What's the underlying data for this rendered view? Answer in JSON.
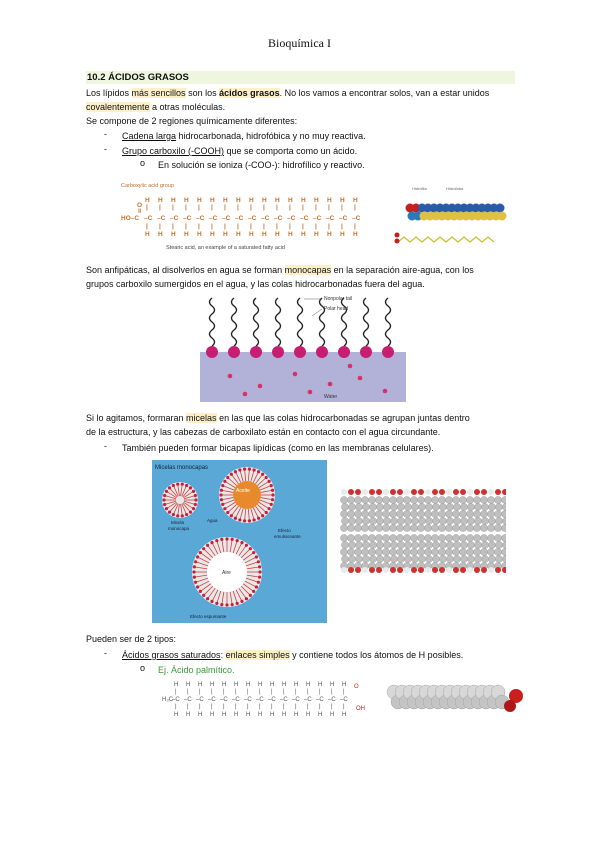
{
  "header": {
    "title": "Bioquímica I"
  },
  "section": {
    "title": "10.2 ÁCIDOS GRASOS"
  },
  "intro": {
    "l1_a": "Los lípidos ",
    "l1_b": "más sencillos",
    "l1_c": " son los ",
    "l1_d": "ácidos grasos",
    "l1_e": ". No los vamos a encontrar solos, van a estar unidos",
    "l2_a": "covalentemente",
    "l2_b": " a otras moléculas.",
    "l3": "Se compone de 2 regiones químicamente diferentes:"
  },
  "regions": {
    "r1_u": "Cadena larga",
    "r1_t": " hidrocarbonada, hidrofóbica y no muy reactiva.",
    "r2_u": "Grupo carboxilo (-COOH)",
    "r2_t": " que se comporta como un ácido.",
    "r2_sub": "En solución se ioniza (-COO-): hidrofílico y reactivo."
  },
  "fig_stearic": {
    "label_group": "Carboxylic acid group",
    "caption": "Stearic acid, an example of a saturated fatty acid",
    "legend_a": "Hidrófila",
    "legend_b": "Hidrófoba"
  },
  "amphi": {
    "l1_a": "Son anfipáticas, al disolverlos en  agua se forman ",
    "l1_b": "monocapas",
    "l1_c": " en la separación aire-agua, con los",
    "l2": "grupos carboxilo sumergidos en el agua, y las colas hidrocarbonadas fuera del agua."
  },
  "fig_monolayer": {
    "label_tail": "Nonpolar tail",
    "label_head": "Polar head",
    "label_water": "Water"
  },
  "micelle": {
    "l1_a": "Si lo agitamos, formaran ",
    "l1_b": "micelas",
    "l1_c": " en las que las colas hidrocarbonadas se agrupan juntas dentro",
    "l2": "de la estructura, y las cabezas de carboxilato están en contacto con el agua circundante.",
    "b1": "También pueden formar bicapas lipídicas (como en las membranas celulares)."
  },
  "fig_micelles": {
    "title": "Micelas monocapas",
    "lbl_micela": "Micela",
    "lbl_mono": "monocapa",
    "lbl_agua": "Agua",
    "lbl_aceite": "Aceite",
    "lbl_efecto": "Efecto",
    "lbl_emuls": "emulsionante",
    "lbl_aire": "Aire",
    "lbl_espum": "Efecto espumante"
  },
  "types": {
    "intro": "Pueden ser de 2 tipos:",
    "t1_u": "Ácidos grasos saturados",
    "t1_a": ": ",
    "t1_b": "enlaces simples",
    "t1_c": " y contiene todos los átomos de H posibles.",
    "t1_ex": "Ej. Ácido palmítico."
  },
  "fig_palmitic": {
    "ch3": "H₃C",
    "o": "O",
    "oh": "OH"
  },
  "colors": {
    "highlight": "#fdf0c8",
    "section_bg": "#eef6df",
    "green": "#3a9a3a",
    "orange": "#c8702c",
    "magenta": "#c81e72"
  }
}
